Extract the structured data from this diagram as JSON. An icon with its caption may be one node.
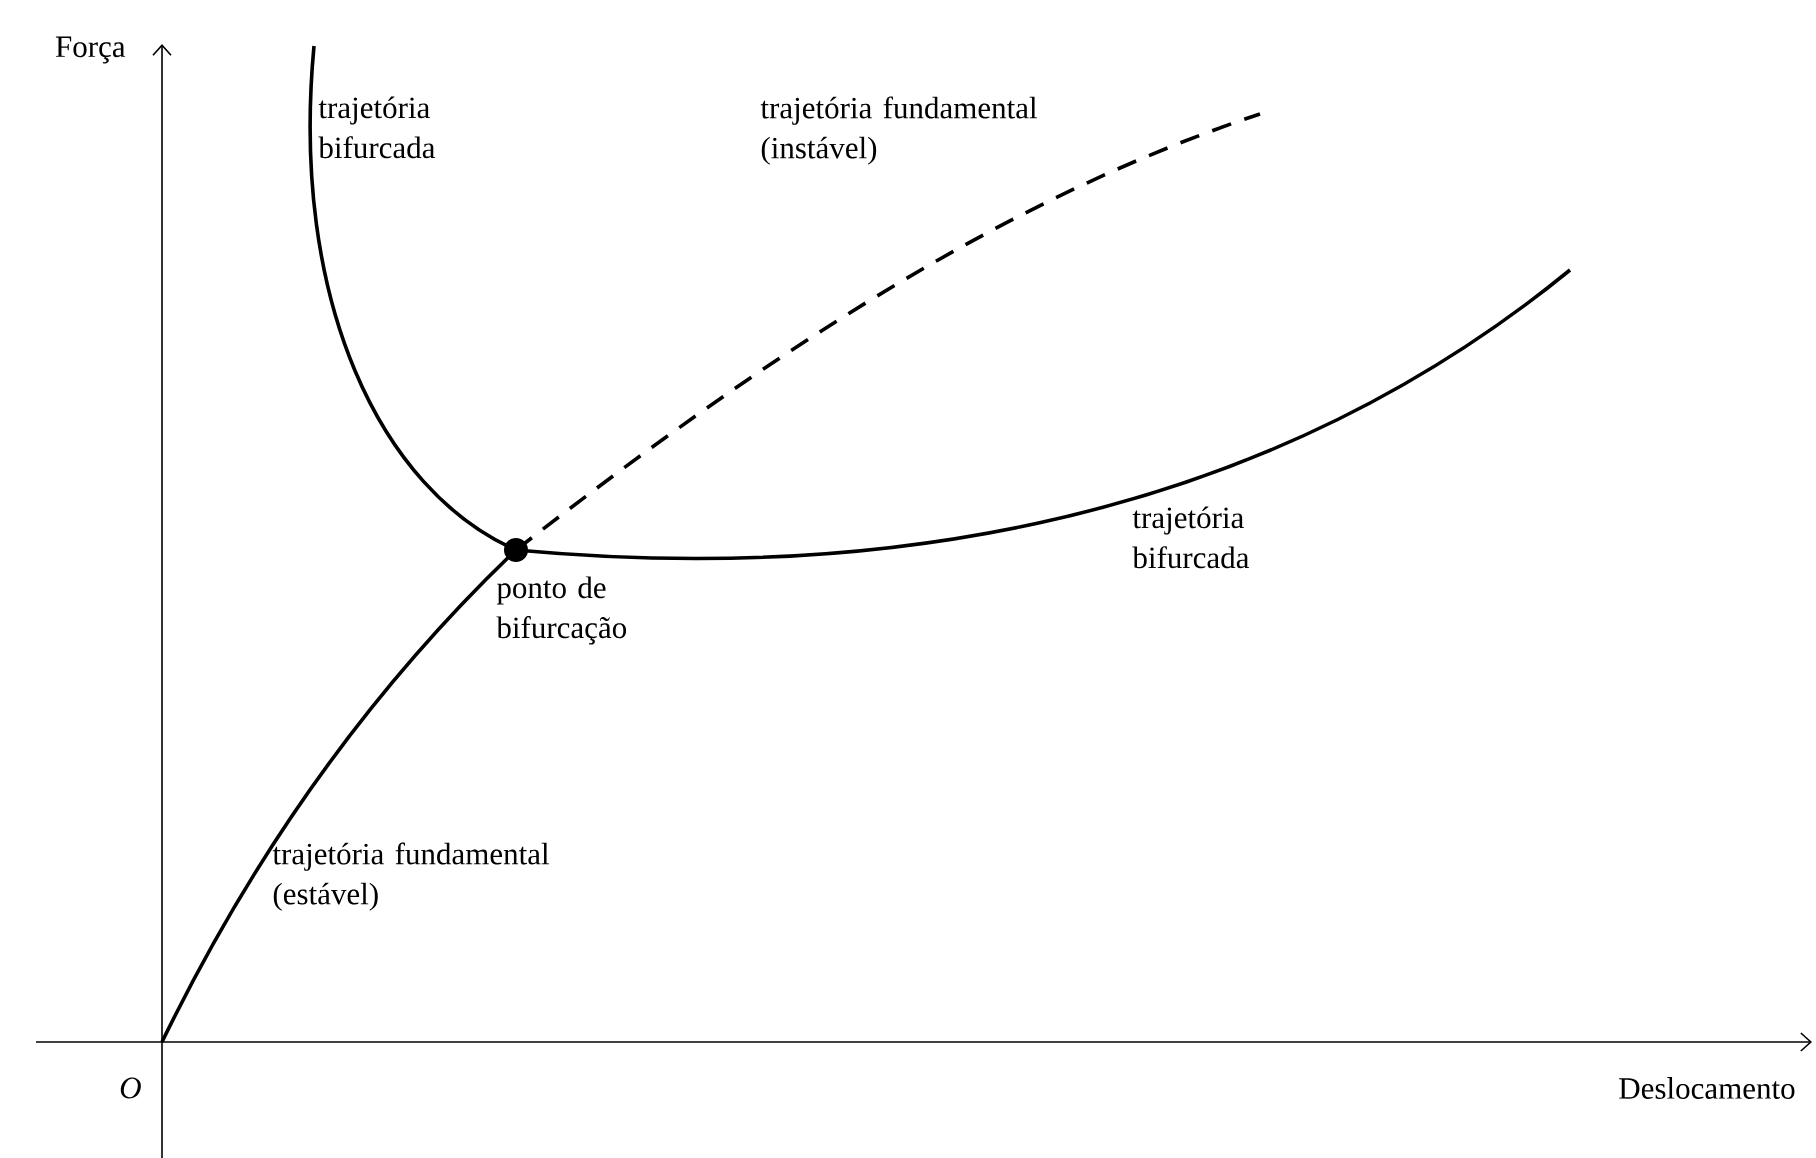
{
  "diagram": {
    "labels": [
      "Força",
      "trajetória bifurcada",
      "trajetória fundamental (instável)",
      "trajetória bifurcada",
      "ponto de bifurcação",
      "trajetória fundamental (estável)",
      "O",
      "Deslocamento"
    ]
  }
}
